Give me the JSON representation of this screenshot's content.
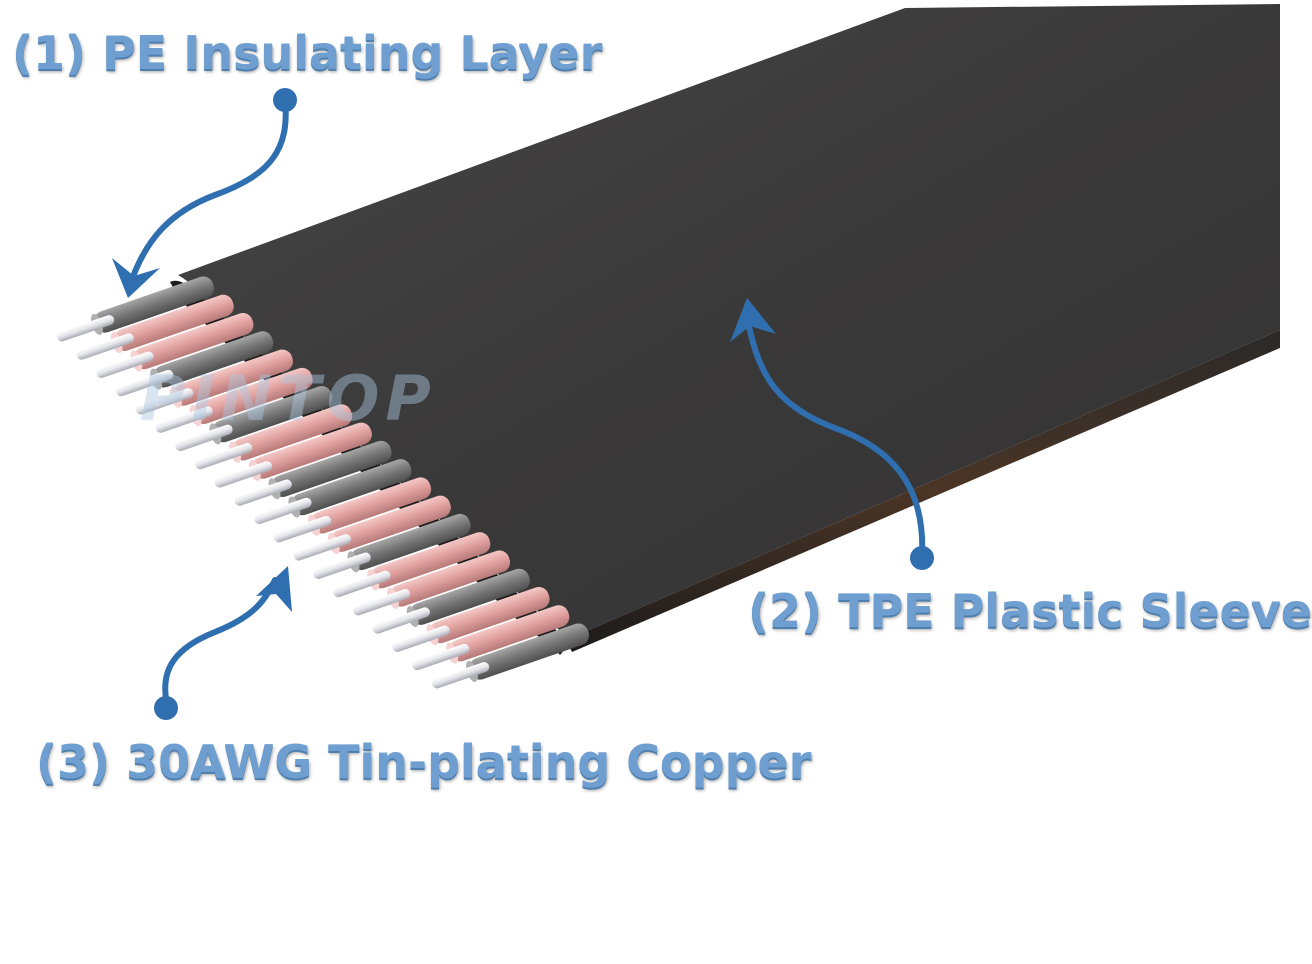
{
  "labels": {
    "pe_layer": "(1) PE Insulating Layer",
    "tpe_sleeve": "(2) TPE Plastic Sleeve",
    "copper": "(3) 30AWG Tin-plating Copper"
  },
  "watermark": "PINTOP",
  "colors": {
    "label_text": "#6f9fd0",
    "arrow": "#2f6fb0",
    "sleeve": "#3b3a3a",
    "insulation_pink": "#e4a8a8",
    "insulation_grey": "#7a7a7a",
    "copper_core": "#e6e6ea"
  },
  "wires": {
    "count": 20,
    "pattern": [
      "grey",
      "pink",
      "pink",
      "grey",
      "pink",
      "pink",
      "grey",
      "pink",
      "pink",
      "grey",
      "grey",
      "pink",
      "pink",
      "grey",
      "pink",
      "pink",
      "grey",
      "pink",
      "pink",
      "grey"
    ]
  }
}
